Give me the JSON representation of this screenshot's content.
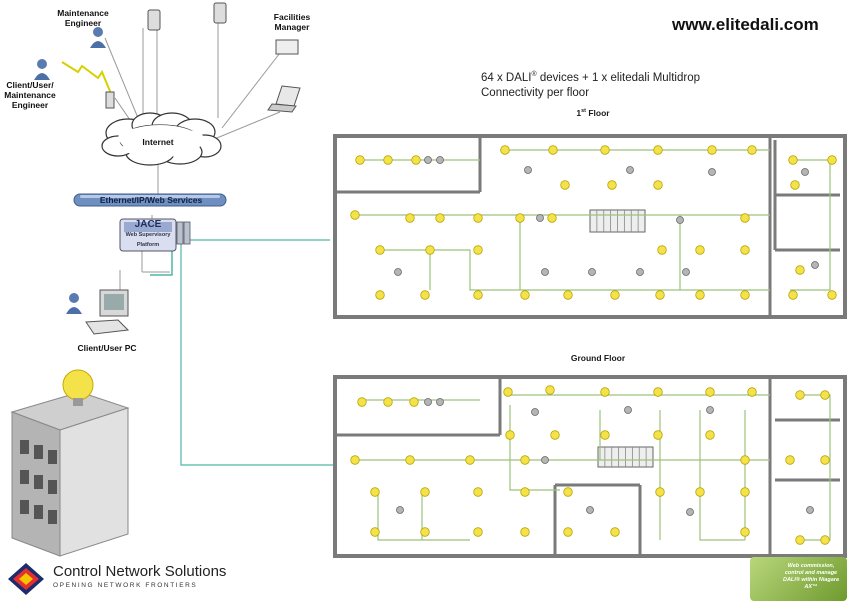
{
  "website": "www.elitedali.com",
  "heading": {
    "line1_pre": "64 x DALI",
    "line1_reg": "®",
    "line1_post": " devices + 1 x elitedali Multidrop",
    "line2": "Connectivity per floor"
  },
  "network": {
    "maintenance_engineer": "Maintenance Engineer",
    "facilities_manager": "Facilities Manager",
    "remote_user": "Client/User/ Maintenance Engineer",
    "internet": "Internet",
    "ethernet_bar": "Ethernet/IP/Web Services",
    "jace": "JACE",
    "jace_sub": "Web Supervisory",
    "jace_platform": "Platform",
    "client_pc": "Client/User PC"
  },
  "floors": {
    "first": {
      "number": "1",
      "suffix": "st",
      "word": " Floor"
    },
    "ground": {
      "label": "Ground Floor"
    }
  },
  "branding": {
    "company": "Control Network Solutions",
    "tagline": "OPENING NETWORK FRONTIERS",
    "badge_text": "Web commission, control and manage DALI® within Niagara AX™"
  },
  "colors": {
    "wiring": "#9cc27a",
    "link": "#4fb7a8",
    "bulb": "#f3e24a",
    "sensor": "#b5b5b5",
    "wall": "#7a7a7a",
    "ethernet": "#6f8fc0"
  }
}
